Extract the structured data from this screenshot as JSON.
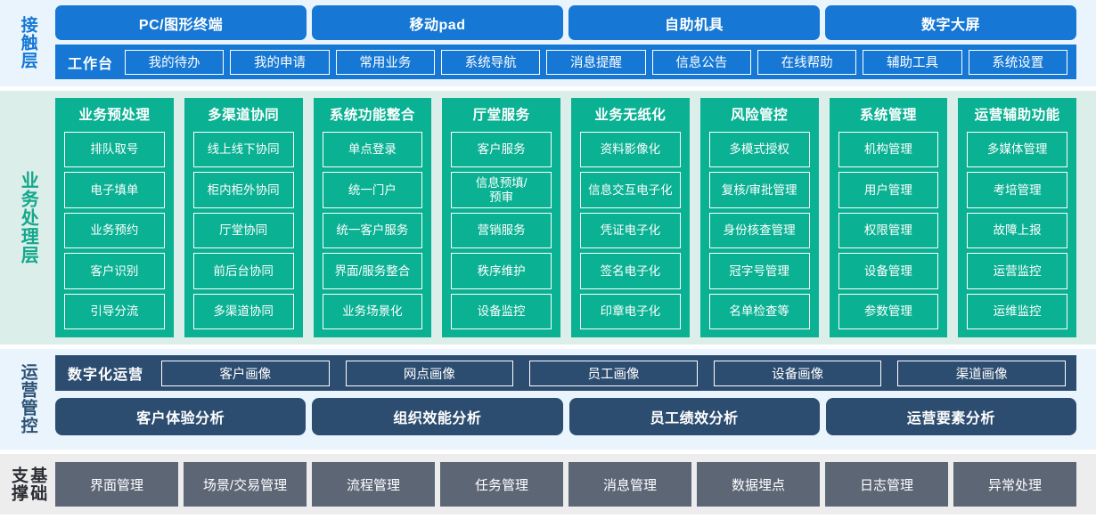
{
  "colors": {
    "contact_bg": "#e9f4fd",
    "contact_accent": "#1678d4",
    "business_bg": "#dbeee9",
    "business_accent": "#0ab193",
    "business_label": "#12a88c",
    "operation_bg": "#e9f4fd",
    "operation_accent": "#2d4d70",
    "foundation_bg": "#ededee",
    "foundation_accent": "#5d6675"
  },
  "contact_layer": {
    "label": "接触层",
    "channels": [
      "PC/图形终端",
      "移动pad",
      "自助机具",
      "数字大屏"
    ],
    "workbench_title": "工作台",
    "workbench_items": [
      "我的待办",
      "我的申请",
      "常用业务",
      "系统导航",
      "消息提醒",
      "信息公告",
      "在线帮助",
      "辅助工具",
      "系统设置"
    ]
  },
  "business_layer": {
    "label": "业务处理层",
    "columns": [
      {
        "title": "业务预处理",
        "items": [
          "排队取号",
          "电子填单",
          "业务预约",
          "客户识别",
          "引导分流"
        ]
      },
      {
        "title": "多渠道协同",
        "items": [
          "线上线下协同",
          "柜内柜外协同",
          "厅堂协同",
          "前后台协同",
          "多渠道协同"
        ]
      },
      {
        "title": "系统功能整合",
        "items": [
          "单点登录",
          "统一门户",
          "统一客户服务",
          "界面/服务整合",
          "业务场景化"
        ]
      },
      {
        "title": "厅堂服务",
        "items": [
          "客户服务",
          "信息预填/\n预审",
          "营销服务",
          "秩序维护",
          "设备监控"
        ]
      },
      {
        "title": "业务无纸化",
        "items": [
          "资料影像化",
          "信息交互电子化",
          "凭证电子化",
          "签名电子化",
          "印章电子化"
        ]
      },
      {
        "title": "风险管控",
        "items": [
          "多模式授权",
          "复核/审批管理",
          "身份核查管理",
          "冠字号管理",
          "名单检查等"
        ]
      },
      {
        "title": "系统管理",
        "items": [
          "机构管理",
          "用户管理",
          "权限管理",
          "设备管理",
          "参数管理"
        ]
      },
      {
        "title": "运营辅助功能",
        "items": [
          "多媒体管理",
          "考培管理",
          "故障上报",
          "运营监控",
          "运维监控"
        ]
      }
    ]
  },
  "operation_layer": {
    "label": "运营管控",
    "portrait_title": "数字化运营",
    "portrait_items": [
      "客户画像",
      "网点画像",
      "员工画像",
      "设备画像",
      "渠道画像"
    ],
    "analysis_items": [
      "客户体验分析",
      "组织效能分析",
      "员工绩效分析",
      "运营要素分析"
    ]
  },
  "foundation_layer": {
    "label": "基础\n支撑",
    "items": [
      "界面管理",
      "场景/交易管理",
      "流程管理",
      "任务管理",
      "消息管理",
      "数据埋点",
      "日志管理",
      "异常处理"
    ]
  }
}
